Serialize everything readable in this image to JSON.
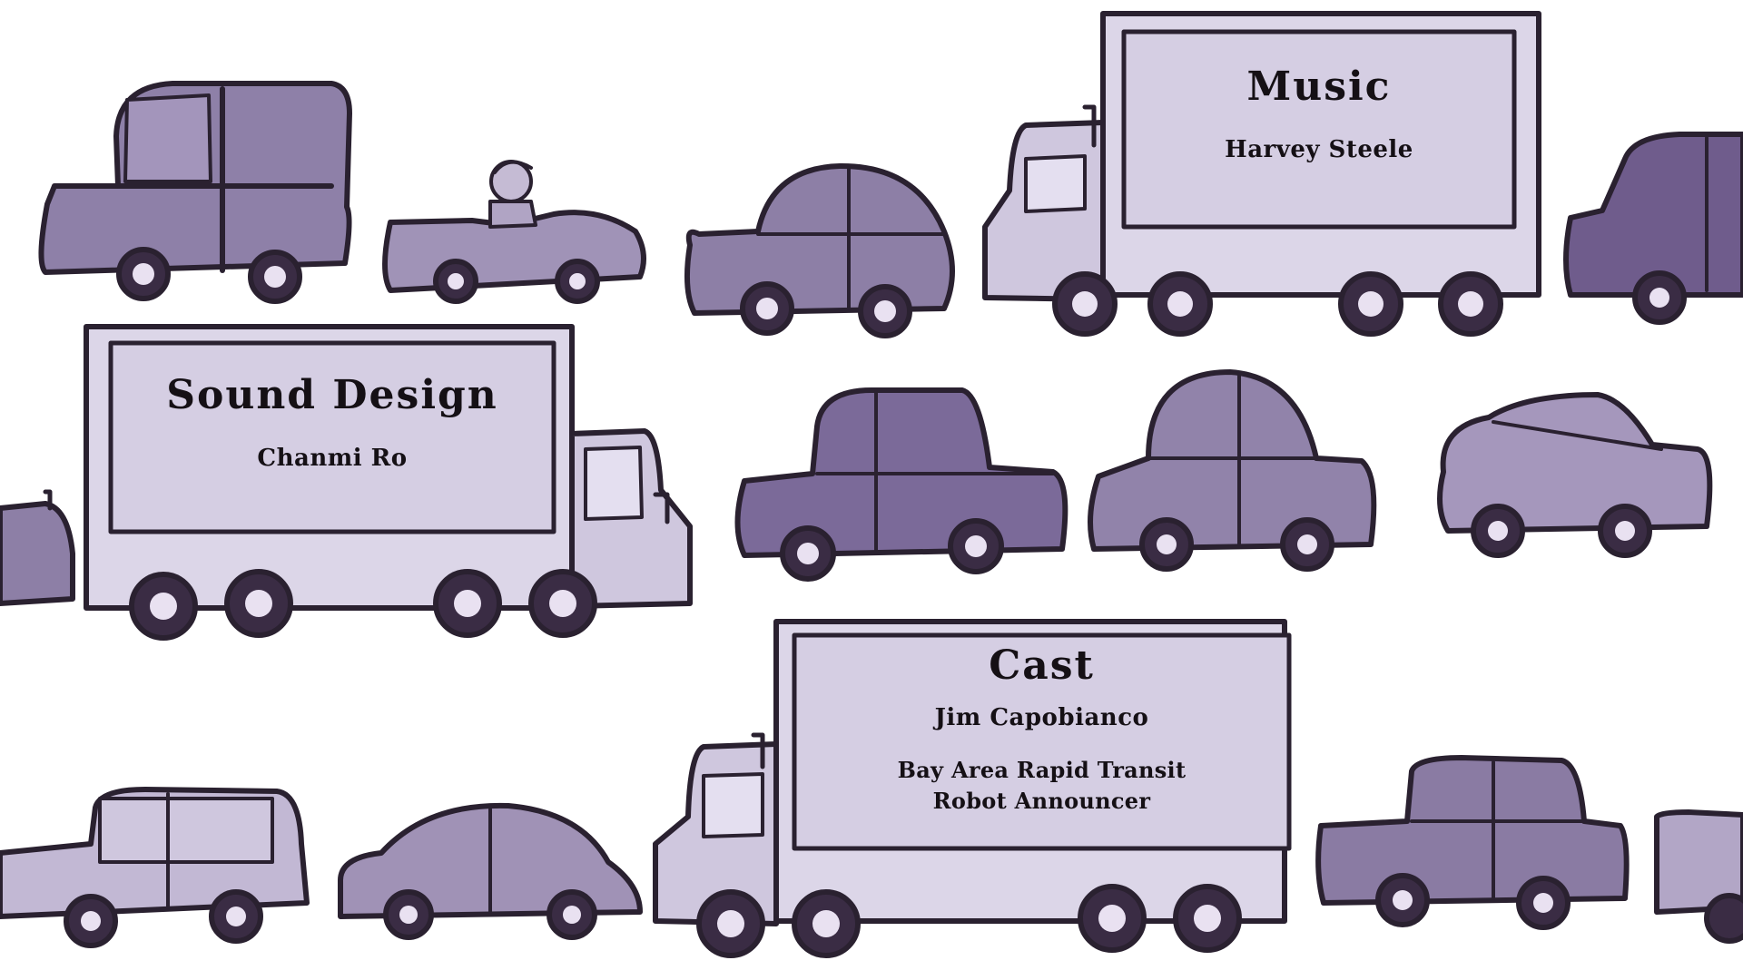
{
  "credits": {
    "music": {
      "title": "Music",
      "name": "Harvey Steele"
    },
    "sound_design": {
      "title": "Sound Design",
      "name": "Chanmi Ro"
    },
    "cast": {
      "title": "Cast",
      "name": "Jim Capobianco",
      "role_line1": "Bay Area Rapid Transit",
      "role_line2": "Robot Announcer"
    }
  },
  "colors": {
    "truck_fill": "#d9d3e6",
    "car_light": "#bfb4d0",
    "car_mid": "#9d8fb4",
    "car_dark": "#7a6896",
    "ink": "#2a2130",
    "hub": "#e9e1f1",
    "tire": "#3a2c44"
  },
  "illustration": {
    "style": "ink and watercolor traffic jam, lavender palette",
    "vehicles": [
      "pickup-truck-top-left",
      "convertible-with-driver",
      "beetle-car-top",
      "music-box-truck",
      "dark-car-top-right",
      "sound-design-box-truck",
      "partial-car-left-edge",
      "pickup-truck-middle",
      "bubble-car-middle",
      "beetle-car-middle-right",
      "van-bottom-left",
      "beetle-car-bottom",
      "cast-box-truck",
      "sedan-bottom-right",
      "partial-car-right-edge"
    ]
  }
}
